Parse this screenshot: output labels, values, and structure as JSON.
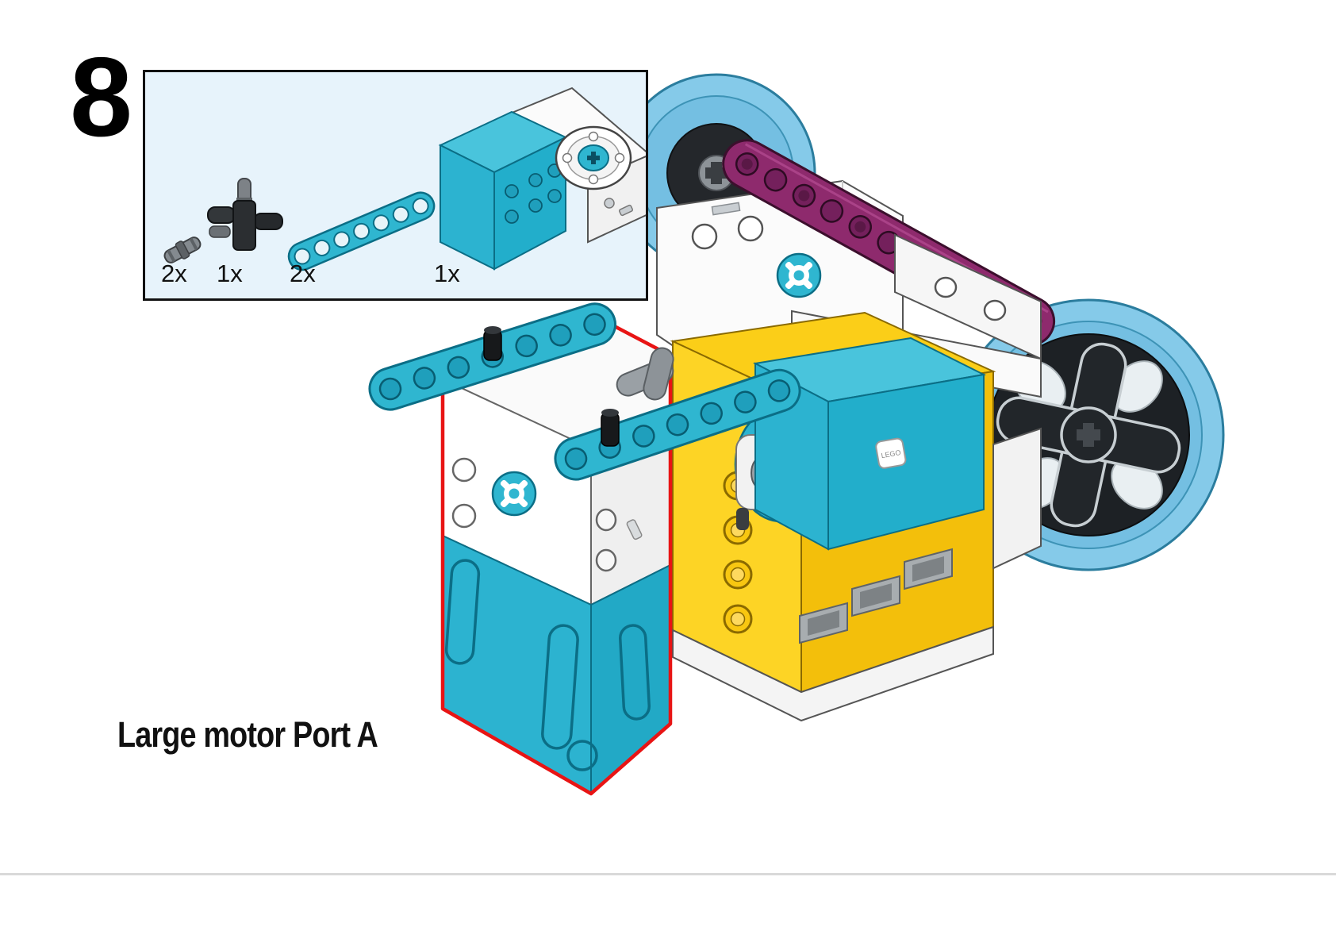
{
  "page": {
    "step_number": "8",
    "caption": "Large motor Port A"
  },
  "parts_box": {
    "background": "#e7f3fb",
    "border_color": "#111111",
    "parts": [
      {
        "id": "connector-pin",
        "quantity": "2x"
      },
      {
        "id": "cross-block",
        "quantity": "1x"
      },
      {
        "id": "teal-beam",
        "quantity": "2x"
      },
      {
        "id": "large-motor",
        "quantity": "1x"
      }
    ]
  },
  "illustration": {
    "lego_logo": "LEGO",
    "highlight_color": "#e81414",
    "colors": {
      "teal": "#2fb6d0",
      "teal_dark": "#0b6e86",
      "light_blue_wheel": "#85cae9",
      "yellow": "#f8c711",
      "yellow_dark": "#8a6a00",
      "magenta": "#8e2a6d",
      "dark": "#1d2125",
      "gray": "#9aa0a5",
      "white": "#ffffff"
    }
  }
}
